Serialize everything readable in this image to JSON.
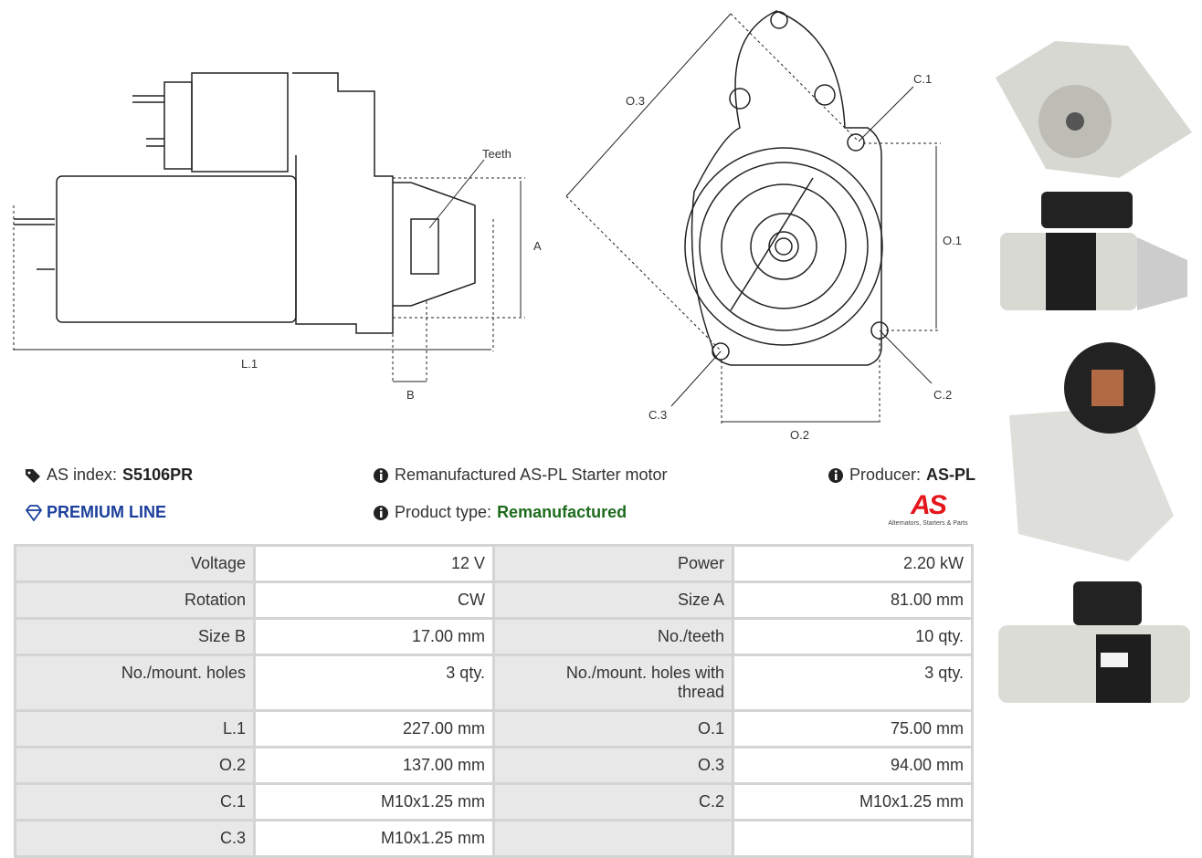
{
  "drawing": {
    "labels": {
      "teeth": "Teeth",
      "a": "A",
      "b": "B",
      "l1": "L.1",
      "o1": "O.1",
      "o2": "O.2",
      "o3": "O.3",
      "c1": "C.1",
      "c2": "C.2",
      "c3": "C.3"
    }
  },
  "info": {
    "as_index_label": "AS index:",
    "as_index_value": "S5106PR",
    "premium": "PREMIUM LINE",
    "description": "Remanufactured AS-PL Starter motor",
    "product_type_label": "Product type:",
    "product_type_value": "Remanufactured",
    "producer_label": "Producer:",
    "producer_value": "AS-PL",
    "logo_text": "AS",
    "logo_tagline": "Alternators, Starters & Parts"
  },
  "colors": {
    "premium": "#1b3f9c",
    "product_type": "#1d6b1d",
    "logo": "#e3161b"
  },
  "specs": [
    [
      "Voltage",
      "12 V",
      "Power",
      "2.20 kW"
    ],
    [
      "Rotation",
      "CW",
      "Size A",
      "81.00 mm"
    ],
    [
      "Size B",
      "17.00 mm",
      "No./teeth",
      "10 qty."
    ],
    [
      "No./mount. holes",
      "3 qty.",
      "No./mount. holes with thread",
      "3 qty."
    ],
    [
      "L.1",
      "227.00 mm",
      "O.1",
      "75.00 mm"
    ],
    [
      "O.2",
      "137.00 mm",
      "O.3",
      "94.00 mm"
    ],
    [
      "C.1",
      "M10x1.25 mm",
      "C.2",
      "M10x1.25 mm"
    ],
    [
      "C.3",
      "M10x1.25 mm",
      "",
      ""
    ]
  ]
}
